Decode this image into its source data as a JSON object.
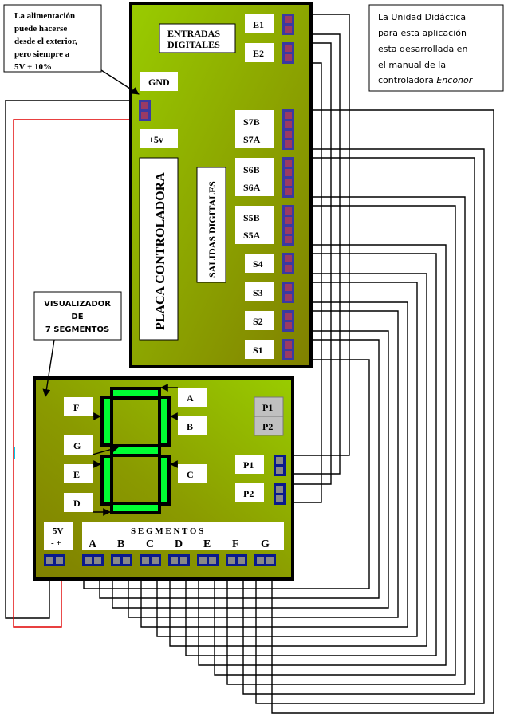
{
  "notes": {
    "power_note": [
      "La alimentación",
      "puede hacerse",
      "desde el exterior,",
      "pero siempre a",
      "5V + 10%"
    ],
    "manual_note": [
      "La Unidad Didáctica",
      "para esta aplicación",
      "esta desarrollada en",
      "el manual de la"
    ],
    "manual_note_last_plain": "controladora ",
    "manual_note_last_italic": "Enconor",
    "display_callout": [
      "VISUALIZADOR",
      "DE",
      "7 SEGMENTOS"
    ]
  },
  "controller": {
    "title": "PLACA  CONTROLADORA",
    "inputs_title": [
      "ENTRADAS",
      "DIGITALES"
    ],
    "outputs_title": "SALIDAS DIGITALES",
    "gnd_label": "GND",
    "plus5_label": "+5v",
    "inputs": [
      {
        "label": "E1"
      },
      {
        "label": "E2"
      }
    ],
    "outputs_double": [
      {
        "label_b": "S7B",
        "label_a": "S7A"
      },
      {
        "label_b": "S6B",
        "label_a": "S6A"
      },
      {
        "label_b": "S5B",
        "label_a": "S5A"
      }
    ],
    "outputs_single": [
      {
        "label": "S4"
      },
      {
        "label": "S3"
      },
      {
        "label": "S2"
      },
      {
        "label": "S1"
      }
    ]
  },
  "display": {
    "segment_labels": {
      "A": "A",
      "B": "B",
      "C": "C",
      "D": "D",
      "E": "E",
      "F": "F",
      "G": "G"
    },
    "pushbuttons_panel": [
      "P1",
      "P2"
    ],
    "pushbutton_connectors": [
      {
        "label": "P1"
      },
      {
        "label": "P2"
      }
    ],
    "power_label": "5V",
    "power_polarity": "-  +",
    "segments_title": "S E G M E N T O S",
    "segment_terminals": [
      "A",
      "B",
      "C",
      "D",
      "E",
      "F",
      "G"
    ]
  },
  "colors": {
    "board_light": "#99cc00",
    "board_dark": "#808000",
    "segment_on": "#00ff33",
    "pin_controller": "#9b3a63",
    "pin_display": "#888888",
    "connector_frame": "#2e3a9c",
    "power_wire": "#e00000"
  }
}
